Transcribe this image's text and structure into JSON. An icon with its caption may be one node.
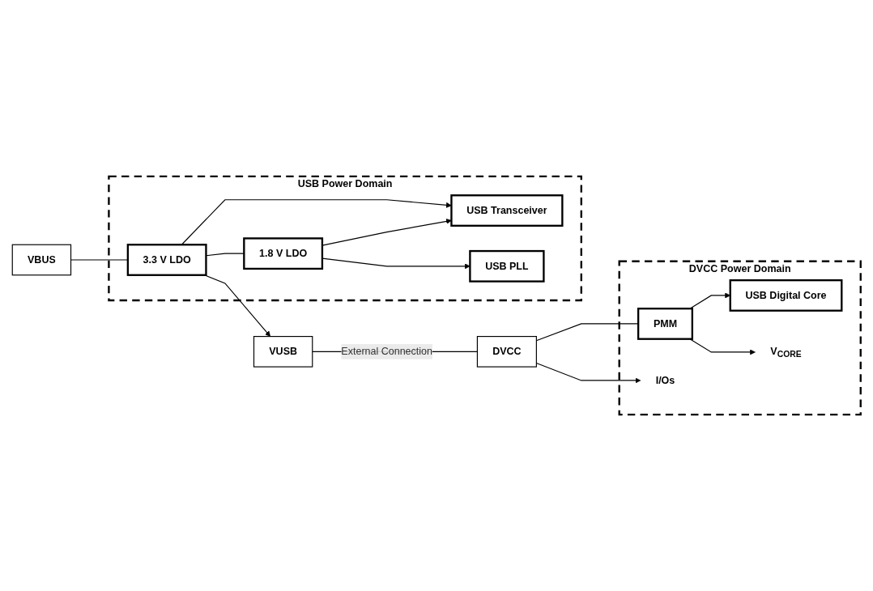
{
  "diagram": {
    "nodes": [
      {
        "text": [
          "VBUS"
        ]
      },
      {
        "text": [
          "USB Power Domain"
        ]
      },
      {
        "text": [
          "3.3 V LDO"
        ],
        "in": 1
      },
      {
        "text": [
          "1.8 V LDO"
        ],
        "in": 1
      },
      {
        "text": [
          "USB Transceiver"
        ],
        "in": 1
      },
      {
        "text": [
          "USB PLL"
        ],
        "in": 1
      },
      {
        "text": [
          "VUSB"
        ]
      },
      {
        "text": [
          "DVCC"
        ]
      },
      {
        "text": [
          "DVCC Power Domain"
        ]
      },
      {
        "text": [
          "PMM"
        ],
        "in": 8
      },
      {
        "text": [
          "USB Digital Core"
        ],
        "in": 8
      },
      {
        "text": [
          "I/Os"
        ],
        "in": 8
      },
      {
        "text": [
          "V$_{CORE}$"
        ],
        "in": 8
      }
    ],
    "edges": [
      {
        "from": 0,
        "to": 2,
        "arrow": "none"
      },
      {
        "from": 2,
        "to": 6,
        "arrow": "to"
      },
      {
        "from": 2,
        "to": 3,
        "arrow": "none"
      },
      {
        "from": 2,
        "to": 4,
        "arrow": "to"
      },
      {
        "from": 3,
        "to": 4,
        "arrow": "to"
      },
      {
        "from": 3,
        "to": 5,
        "arrow": "to"
      },
      {
        "from": 6,
        "to": 7,
        "label": "External Connection",
        "arrow": "none"
      },
      {
        "from": 7,
        "to": 9,
        "arrow": "none"
      },
      {
        "from": 7,
        "to": 11,
        "arrow": "to"
      },
      {
        "from": 9,
        "to": 12,
        "arrow": "to"
      },
      {
        "from": 9,
        "to": 10,
        "arrow": "to"
      }
    ]
  }
}
